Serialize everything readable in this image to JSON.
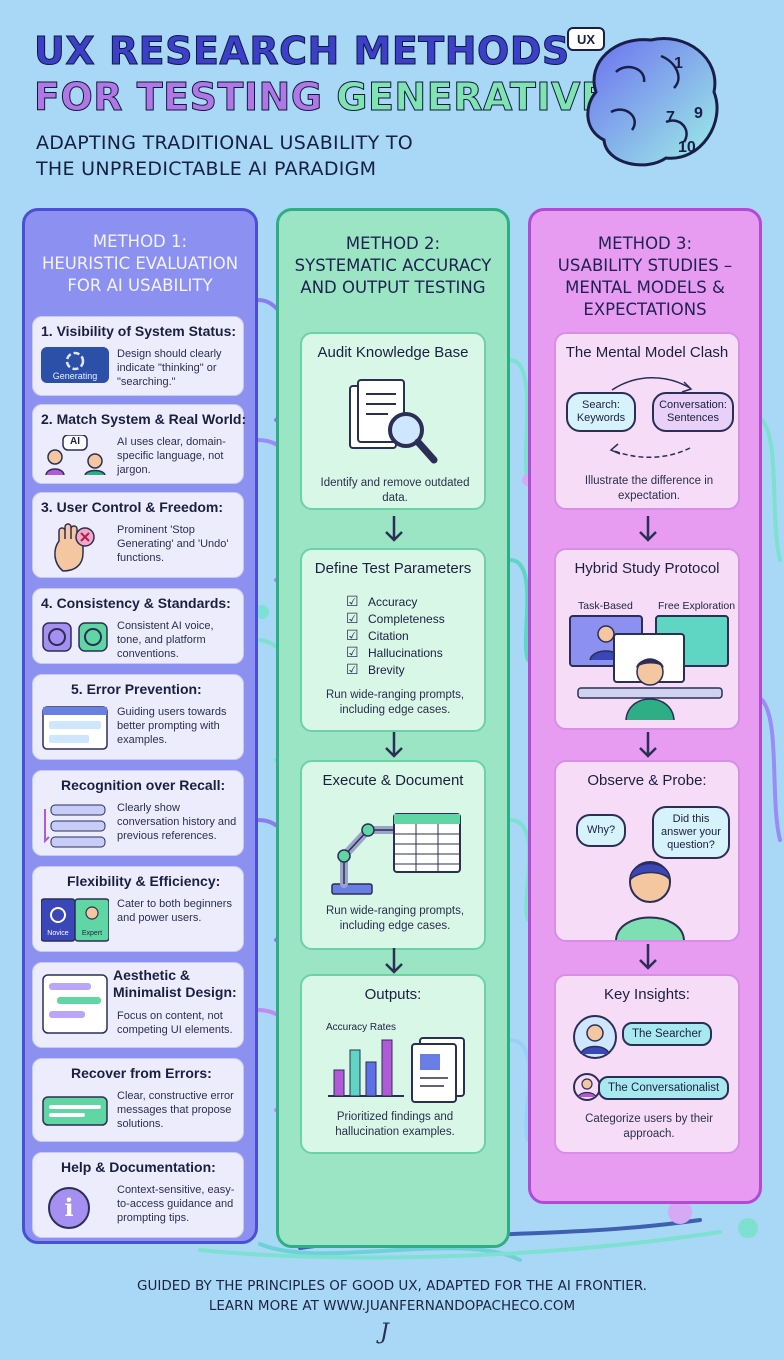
{
  "header": {
    "title_line1": "UX RESEARCH METHODS",
    "title_line2_a": "FOR TESTING ",
    "title_line2_b": "GENERATIVE AI",
    "subtitle_line1": "ADAPTING TRADITIONAL USABILITY TO",
    "subtitle_line2": "THE UNPREDICTABLE AI PARADIGM",
    "brain_badge": "UX",
    "brain_numbers": [
      "1",
      "7",
      "9",
      "10"
    ]
  },
  "method1": {
    "title_line1": "METHOD 1:",
    "title_line2": "HEURISTIC EVALUATION",
    "title_line3": "FOR AI USABILITY",
    "items": [
      {
        "title": "1. Visibility of System Status:",
        "desc": "Design should clearly indicate \"thinking\" or \"searching.\"",
        "icon_label": "Generating",
        "icon": "spinner-icon"
      },
      {
        "title": "2. Match System & Real World:",
        "desc": "AI uses clear, domain-specific language, not jargon.",
        "icon_label": "AI",
        "icon": "people-chat-icon"
      },
      {
        "title": "3. User Control & Freedom:",
        "desc": "Prominent 'Stop Generating' and 'Undo' functions.",
        "icon": "stop-hand-icon"
      },
      {
        "title": "4. Consistency & Standards:",
        "desc": "Consistent AI voice, tone, and platform conventions.",
        "icon": "ai-logo-icon"
      },
      {
        "title": "5. Error Prevention:",
        "desc": "Guiding users towards better prompting with examples.",
        "icon": "prompt-examples-icon"
      },
      {
        "title": "Recognition over Recall:",
        "desc": "Clearly show conversation history and previous references.",
        "icon": "history-icon"
      },
      {
        "title": "Flexibility & Efficiency:",
        "desc": "Cater to both beginners and power users.",
        "icon_label_a": "Novice",
        "icon_label_b": "Expert",
        "icon": "novice-expert-icon"
      },
      {
        "title_line1": "Aesthetic &",
        "title_line2": "Minimalist Design:",
        "desc": "Focus on content, not competing UI elements.",
        "icon": "minimal-ui-icon"
      },
      {
        "title": "Recover from Errors:",
        "desc": "Clear, constructive error messages that propose solutions.",
        "icon": "error-message-icon"
      },
      {
        "title": "Help & Documentation:",
        "desc": "Context-sensitive, easy-to-access guidance and prompting tips.",
        "icon": "info-icon"
      }
    ]
  },
  "method2": {
    "title_line1": "METHOD 2:",
    "title_line2": "SYSTEMATIC ACCURACY",
    "title_line3": "AND OUTPUT TESTING",
    "cards": [
      {
        "title": "Audit Knowledge Base",
        "desc": "Identify and remove outdated data.",
        "icon": "documents-magnifier-icon"
      },
      {
        "title": "Define Test Parameters",
        "checklist": [
          "Accuracy",
          "Completeness",
          "Citation",
          "Hallucinations",
          "Brevity"
        ],
        "desc": "Run wide-ranging prompts, including edge cases."
      },
      {
        "title": "Execute & Document",
        "desc": "Run wide-ranging prompts, including edge cases.",
        "icon": "robot-arm-spreadsheet-icon"
      },
      {
        "title": "Outputs:",
        "chart_label": "Accuracy Rates",
        "desc": "Prioritized findings and hallucination examples.",
        "icon": "bar-chart-report-icon"
      }
    ]
  },
  "method3": {
    "title_line1": "METHOD 3:",
    "title_line2": "USABILITY STUDIES –",
    "title_line3": "MENTAL MODELS &",
    "title_line4": "EXPECTATIONS",
    "cards": [
      {
        "title": "The Mental Model Clash",
        "bubble_a": "Search: Keywords",
        "bubble_b": "Conversation: Sentences",
        "desc": "Illustrate the difference in expectation."
      },
      {
        "title": "Hybrid Study Protocol",
        "label_a": "Task-Based",
        "label_b": "Free Exploration",
        "icon": "user-at-computers-icon"
      },
      {
        "title": "Observe & Probe:",
        "bubble_a": "Why?",
        "bubble_b": "Did this answer your question?",
        "icon": "participant-icon"
      },
      {
        "title": "Key Insights:",
        "persona_a": "The Searcher",
        "persona_b": "The Conversationalist",
        "desc": "Categorize users by their approach."
      }
    ]
  },
  "footer": {
    "line1": "GUIDED BY THE PRINCIPLES OF GOOD UX, ADAPTED FOR THE AI FRONTIER.",
    "line2": "LEARN MORE AT WWW.JUANFERNANDOPACHECO.COM",
    "signature": "J"
  },
  "colors": {
    "background": "#a9d8f6",
    "method1": "#8c90f0",
    "method2": "#9be5c4",
    "method3": "#e79cf2"
  }
}
